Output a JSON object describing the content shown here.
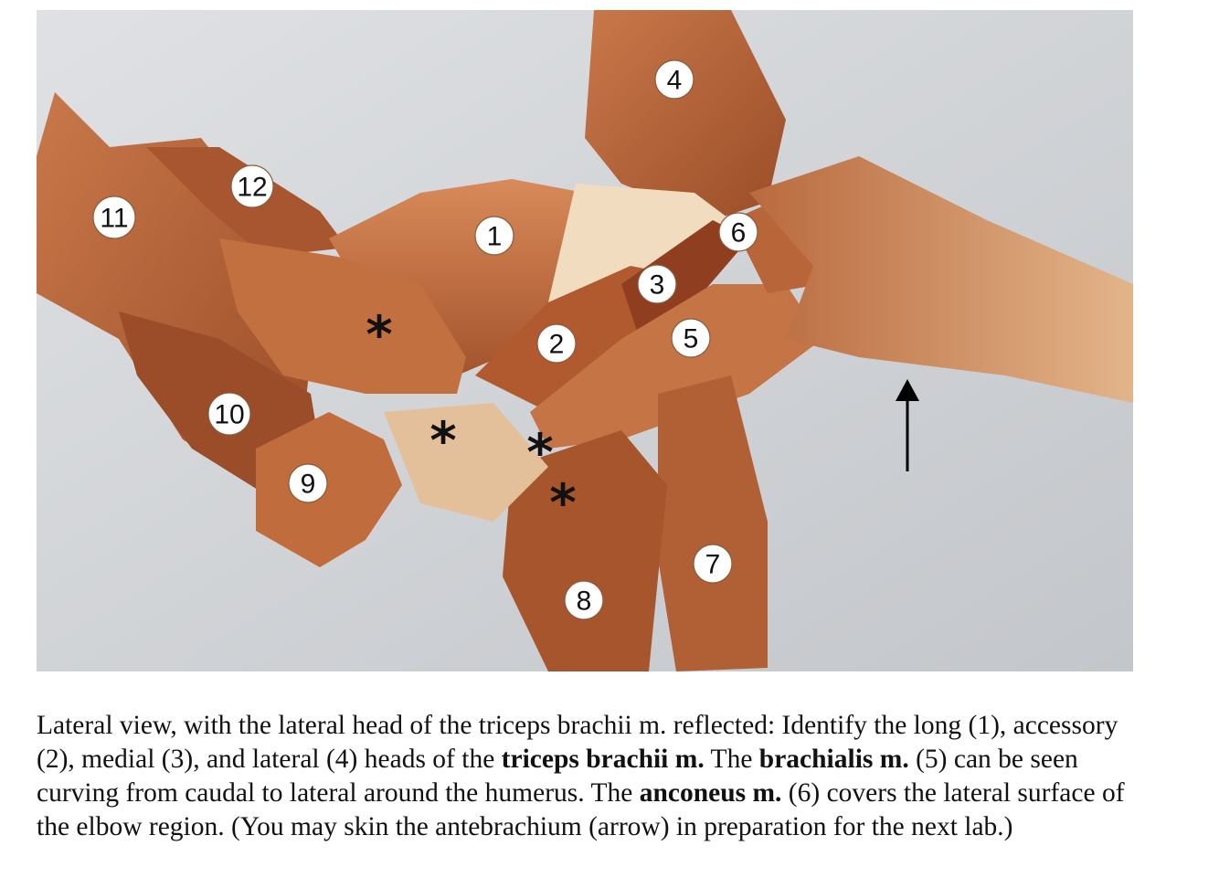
{
  "figure": {
    "labels": [
      "1",
      "2",
      "3",
      "4",
      "5",
      "6",
      "7",
      "8",
      "9",
      "10",
      "11",
      "12"
    ],
    "asterisk": "*",
    "arrow_icon": "up-arrow-icon",
    "colors": {
      "background": "#cfd2d6",
      "muscle": "#b8653a",
      "muscle_dark": "#8e4522",
      "muscle_light": "#d98a5a",
      "tendon": "#f1dcbf"
    }
  },
  "caption": {
    "t1": "Lateral view, with the lateral head of the triceps brachii m. reflected: Identify the long (1), accessory (2), medial (3), and lateral (4) heads of the ",
    "b1": "triceps brachii m.",
    "t2": " The ",
    "b2": "brachialis m.",
    "t3": " (5) can be seen curving from caudal to lateral around the humerus. The ",
    "b3": "anconeus m.",
    "t4": " (6) covers the lateral surface of the elbow region. (You may skin the antebrachium (arrow) in preparation for the next lab.)"
  }
}
